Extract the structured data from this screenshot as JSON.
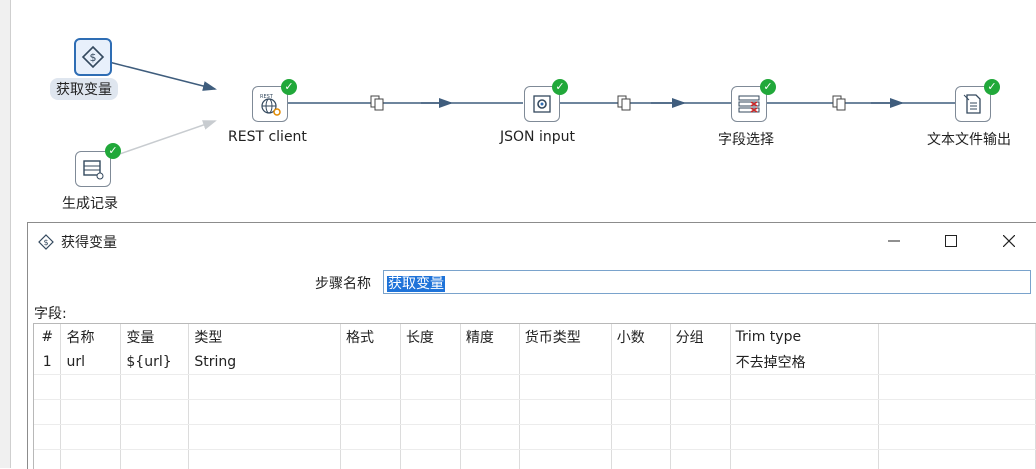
{
  "canvas": {
    "steps": {
      "get_variables": "获取变量",
      "generate_rows": "生成记录",
      "rest_client": "REST client",
      "json_input": "JSON input",
      "select_fields": "字段选择",
      "text_output": "文本文件输出"
    }
  },
  "dialog": {
    "title": "获得变量",
    "step_name_label": "步骤名称",
    "step_name_value": "获取变量",
    "fields_label": "字段:",
    "table": {
      "columns": [
        "#",
        "名称",
        "变量",
        "类型",
        "格式",
        "长度",
        "精度",
        "货币类型",
        "小数",
        "分组",
        "Trim type"
      ],
      "rows": [
        [
          "1",
          "url",
          "${url}",
          "String",
          "",
          "",
          "",
          "",
          "",
          "",
          "不去掉空格"
        ]
      ]
    }
  }
}
